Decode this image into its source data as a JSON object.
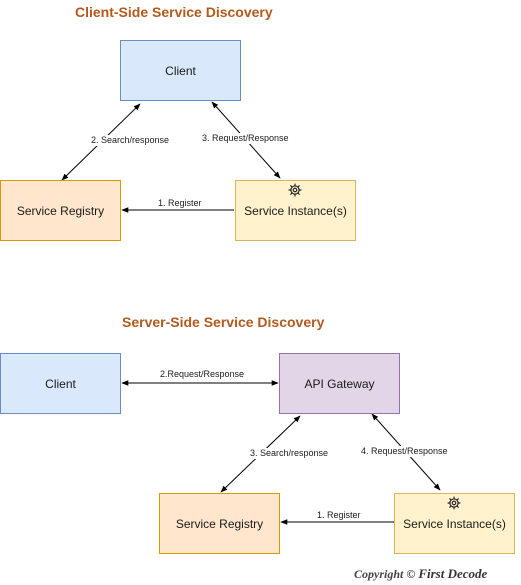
{
  "colors": {
    "title": "#b3591c",
    "client_fill": "#dae8fc",
    "client_stroke": "#6c8ebf",
    "registry_fill": "#ffe6cc",
    "registry_stroke": "#d79b00",
    "instance_fill": "#fff2cc",
    "instance_stroke": "#d6b656",
    "gateway_fill": "#e1d5e7",
    "gateway_stroke": "#9673a6",
    "edge": "#000000"
  },
  "client_side": {
    "title": "Client-Side Service Discovery",
    "client": "Client",
    "registry": "Service Registry",
    "instance": "Service Instance(s)",
    "instance_icon": "gear-icon",
    "edges": {
      "register": "1. Register",
      "search": "2. Search/response",
      "request": "3. Request/Response"
    }
  },
  "server_side": {
    "title": "Server-Side Service Discovery",
    "client": "Client",
    "gateway": "API Gateway",
    "registry": "Service Registry",
    "instance": "Service Instance(s)",
    "instance_icon": "gear-icon",
    "edges": {
      "register": "1. Register",
      "request_client": "2.Request/Response",
      "search": "3. Search/response",
      "request_instance": "4. Request/Response"
    }
  },
  "footer": {
    "copyright_word": "Copyright",
    "copyright_symbol": "©",
    "brand": "First Decode"
  }
}
